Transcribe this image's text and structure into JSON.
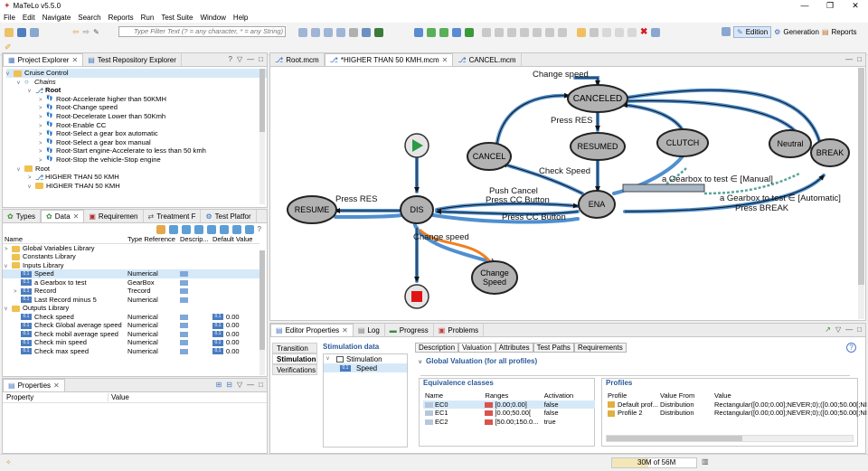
{
  "app": {
    "title": "MaTeLo v5.5.0"
  },
  "menu": [
    "File",
    "Edit",
    "Navigate",
    "Search",
    "Reports",
    "Run",
    "Test Suite",
    "Window",
    "Help"
  ],
  "toolbar": {
    "filter_placeholder": "Type Filter Text (? = any character, * = any String)"
  },
  "perspectives": [
    {
      "label": "Edition",
      "active": true
    },
    {
      "label": "Generation",
      "active": false
    },
    {
      "label": "Reports",
      "active": false
    }
  ],
  "explorer": {
    "tabs": [
      "Project Explorer",
      "Test Repository Explorer"
    ],
    "tree": [
      {
        "label": "Cruise Control",
        "depth": 0,
        "kind": "folder",
        "open": true,
        "selected": true
      },
      {
        "label": "Chains",
        "depth": 1,
        "kind": "chains",
        "open": true,
        "italic": true
      },
      {
        "label": "Root",
        "depth": 2,
        "kind": "root",
        "open": true,
        "bold": true
      },
      {
        "label": "Root-Accelerate higher than 50KMH",
        "depth": 3,
        "kind": "step"
      },
      {
        "label": "Root-Change speed",
        "depth": 3,
        "kind": "step"
      },
      {
        "label": "Root-Decelerate Lower than 50Kmh",
        "depth": 3,
        "kind": "step"
      },
      {
        "label": "Root-Enable CC",
        "depth": 3,
        "kind": "step"
      },
      {
        "label": "Root-Select a  gear  box automatic",
        "depth": 3,
        "kind": "step"
      },
      {
        "label": "Root-Select a gear box manual",
        "depth": 3,
        "kind": "step"
      },
      {
        "label": "Root-Start engine-Accelerate to less than 50 kmh",
        "depth": 3,
        "kind": "step"
      },
      {
        "label": "Root-Stop the vehicle-Stop engine",
        "depth": 3,
        "kind": "step"
      },
      {
        "label": "Root",
        "depth": 1,
        "kind": "folder",
        "open": true
      },
      {
        "label": "HIGHER THAN 50 KMH",
        "depth": 2,
        "kind": "chain"
      },
      {
        "label": "HIGHER THAN 50 KMH",
        "depth": 2,
        "kind": "folder",
        "open": true
      }
    ]
  },
  "datapanel": {
    "tabs": [
      "Types",
      "Data",
      "Requiremen",
      "Treatment F",
      "Test Platfor"
    ],
    "columns": [
      "Name",
      "Type Reference",
      "Descrip...",
      "Default Value"
    ],
    "rows": [
      {
        "name": "Global Variables Library",
        "type": "",
        "desc": "",
        "def": "",
        "depth": 0,
        "kind": "lib",
        "caret": ">"
      },
      {
        "name": "Constants Library",
        "type": "",
        "desc": "",
        "def": "",
        "depth": 0,
        "kind": "lib",
        "caret": ""
      },
      {
        "name": "Inputs Library",
        "type": "",
        "desc": "",
        "def": "",
        "depth": 0,
        "kind": "lib",
        "caret": "v"
      },
      {
        "name": "Speed",
        "type": "Numerical",
        "desc": "D",
        "def": "",
        "depth": 1,
        "kind": "var",
        "caret": "",
        "selected": true
      },
      {
        "name": "a Gearbox to test",
        "type": "GearBox",
        "desc": "D",
        "def": "",
        "depth": 1,
        "kind": "var",
        "caret": ""
      },
      {
        "name": "Record",
        "type": "Trecord",
        "desc": "D",
        "def": "",
        "depth": 1,
        "kind": "var",
        "caret": ">"
      },
      {
        "name": "Last Record minus 5",
        "type": "Numerical",
        "desc": "D",
        "def": "",
        "depth": 1,
        "kind": "var",
        "caret": ""
      },
      {
        "name": "Outputs Library",
        "type": "",
        "desc": "",
        "def": "",
        "depth": 0,
        "kind": "lib",
        "caret": "v"
      },
      {
        "name": "Check speed",
        "type": "Numerical",
        "desc": "D",
        "def": "0.00",
        "depth": 1,
        "kind": "var",
        "caret": ""
      },
      {
        "name": "Check Global average speed",
        "type": "Numerical",
        "desc": "D",
        "def": "0.00",
        "depth": 1,
        "kind": "var",
        "caret": ""
      },
      {
        "name": "Check mobil average speed",
        "type": "Numerical",
        "desc": "D",
        "def": "0.00",
        "depth": 1,
        "kind": "var",
        "caret": ""
      },
      {
        "name": "Check min speed",
        "type": "Numerical",
        "desc": "D",
        "def": "0.00",
        "depth": 1,
        "kind": "var",
        "caret": ""
      },
      {
        "name": "Check max speed",
        "type": "Numerical",
        "desc": "D",
        "def": "0.00",
        "depth": 1,
        "kind": "var",
        "caret": ""
      }
    ]
  },
  "properties": {
    "tab": "Properties",
    "columns": [
      "Property",
      "Value"
    ]
  },
  "editor": {
    "tabs": [
      {
        "label": "Root.mcm",
        "active": false
      },
      {
        "label": "*HIGHER THAN 50 KMH.mcm",
        "active": true
      },
      {
        "label": "CANCEL.mcm",
        "active": false
      }
    ],
    "states": {
      "canceled": "CANCELED",
      "resumed": "RESUMED",
      "clutch": "CLUTCH",
      "neutral": "Neutral",
      "break": "BREAK",
      "cancel": "CANCEL",
      "resume": "RESUME",
      "dis": "DIS",
      "ena": "ENA",
      "change_speed_l1": "Change",
      "change_speed_l2": "Speed"
    },
    "labels": {
      "change_speed_top": "Change speed",
      "press_res_top": "Press RES",
      "check_speed": "Check Speed",
      "push_cancel": "Push Cancel",
      "press_cc1": "Press CC Button",
      "press_cc2": "Press CC Button",
      "press_res_left": "Press RES",
      "change_speed_low": "Change speed",
      "gear_manual": "a Gearbox to test ∈ [Manual]",
      "gear_auto": "a Gearbox to test ∈ [Automatic]",
      "press_break": "Press BREAK"
    }
  },
  "bottom": {
    "tabs": [
      "Editor Properties",
      "Log",
      "Progress",
      "Problems"
    ],
    "side": [
      "Transition",
      "Stimulation",
      "Verifications"
    ],
    "stim_head": "Stimulation data",
    "stim_tree": [
      "Stimulation",
      "Speed"
    ],
    "subtabs": [
      "Description",
      "Valuation",
      "Attributes",
      "Test Paths",
      "Requirements"
    ],
    "global_val": "Global Valuation (for all profiles)",
    "eq": {
      "title": "Equivalence classes",
      "cols": [
        "Name",
        "Ranges",
        "Activation"
      ],
      "rows": [
        [
          "EC0",
          "[0.00;0.00]",
          "false"
        ],
        [
          "EC1",
          "]0.00;50.00[",
          "false"
        ],
        [
          "EC2",
          "[50.00;150.0...",
          "true"
        ]
      ]
    },
    "profiles": {
      "title": "Profiles",
      "cols": [
        "Profile",
        "Value From",
        "Value"
      ],
      "rows": [
        [
          "Default prof...",
          "Distribution",
          "Rectangular([0.00;0.00];NEVER;0);([0.00;50.00[;NI"
        ],
        [
          "Profile 2",
          "Distribution",
          "Rectangular([0.00;0.00];NEVER;0);([0.00;50.00[;NI"
        ]
      ]
    }
  },
  "status": {
    "memory": "30M of 56M"
  }
}
